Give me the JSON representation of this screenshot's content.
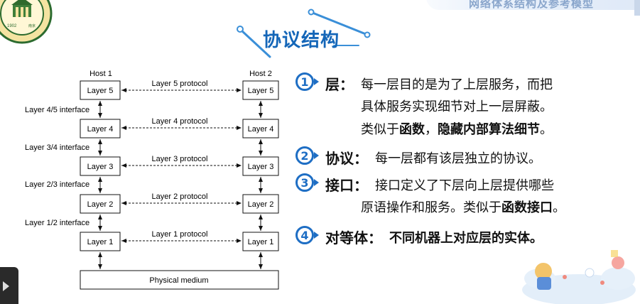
{
  "banner": {
    "text": "网络体系结构及参考模型"
  },
  "title": {
    "text": "协议结构"
  },
  "diagram": {
    "host_left": "Host 1",
    "host_right": "Host 2",
    "layers": [
      "Layer 5",
      "Layer 4",
      "Layer 3",
      "Layer 2",
      "Layer 1"
    ],
    "protocols": [
      "Layer 5 protocol",
      "Layer 4 protocol",
      "Layer 3 protocol",
      "Layer 2 protocol",
      "Layer 1 protocol"
    ],
    "interfaces": [
      "Layer 4/5 interface",
      "Layer 3/4 interface",
      "Layer 2/3 interface",
      "Layer 1/2 interface"
    ],
    "medium": "Physical medium"
  },
  "notes": [
    {
      "num": "1",
      "term": "层：",
      "lines": [
        "每一层目的是为了上层服务，而把",
        "具体服务实现细节对上一层屏蔽。"
      ],
      "line3_prefix": "类似于",
      "line3_b1": "函数",
      "line3_mid": "，",
      "line3_b2": "隐藏内部算法细节",
      "line3_end": "。"
    },
    {
      "num": "2",
      "term": "协议：",
      "lines": [
        "每一层都有该层独立的协议。"
      ]
    },
    {
      "num": "3",
      "term": "接口：",
      "lines": [
        "接口定义了下层向上层提供哪些"
      ],
      "line2_prefix": "原语操作和服务。类似于",
      "line2_bold": "函数接口",
      "line2_end": "。"
    },
    {
      "num": "4",
      "term": "对等体：",
      "lines": [
        "不同机器上对应层的实体。"
      ]
    }
  ],
  "colors": {
    "accent": "#1e6ec4",
    "title": "#1466b8"
  }
}
